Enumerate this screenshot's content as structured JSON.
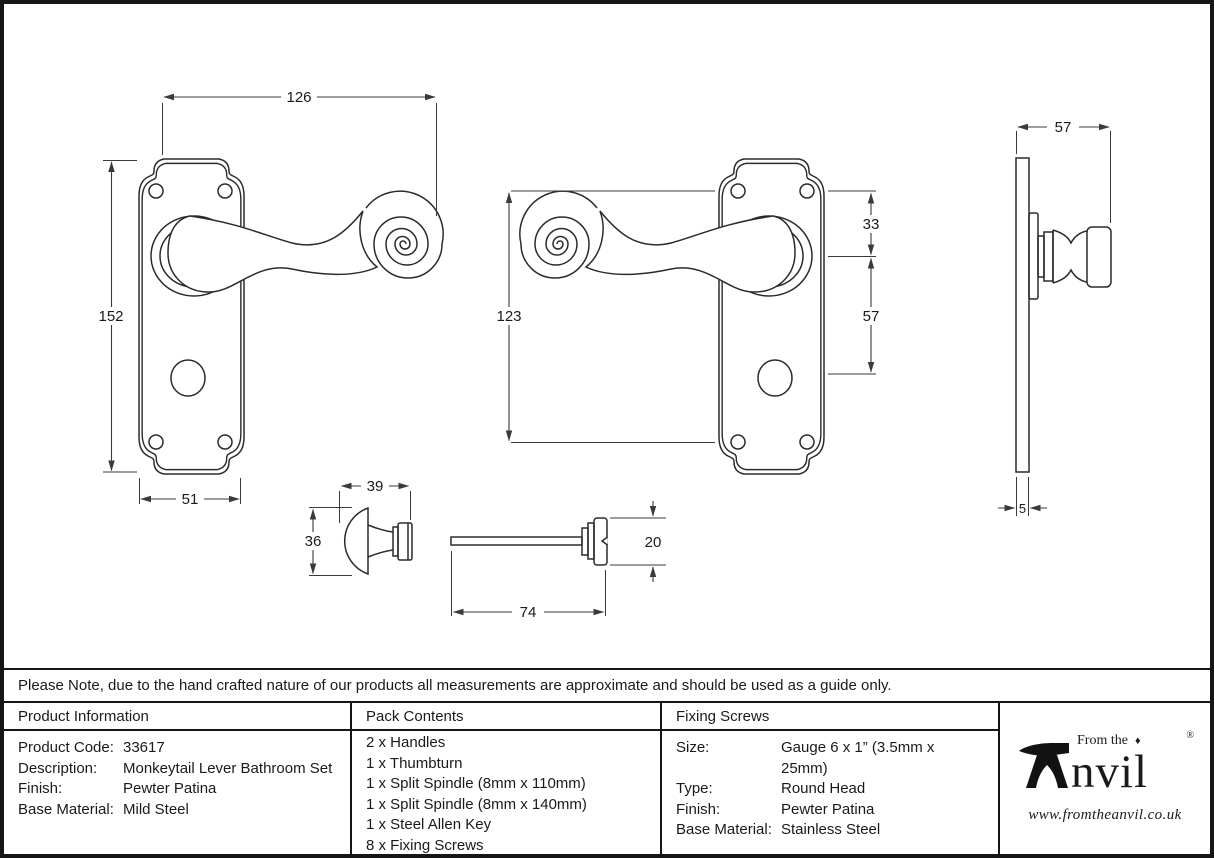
{
  "colors": {
    "ink": "#1a1a1a",
    "line": "#2b2b2b",
    "border": "#161616",
    "background": "#ffffff"
  },
  "note": {
    "text": "Please Note, due to the hand crafted nature of our products all measurements are approximate and should be used as a guide only."
  },
  "drawing": {
    "front_left": {
      "overall_width": "126",
      "plate_height": "152",
      "plate_width": "51"
    },
    "front_right": {
      "screw_centres": "123",
      "top_to_spindle": "33",
      "spindle_to_turn": "57"
    },
    "side": {
      "projection": "57",
      "plate_thickness": "5"
    },
    "thumbturn": {
      "width": "39",
      "height": "36"
    },
    "spindle": {
      "length": "74",
      "collar": "20"
    }
  },
  "table": {
    "product_information": {
      "title": "Product Information",
      "rows": [
        {
          "label": "Product Code:",
          "value": "33617"
        },
        {
          "label": "Description:",
          "value": "Monkeytail Lever Bathroom Set"
        },
        {
          "label": "Finish:",
          "value": "Pewter Patina"
        },
        {
          "label": "Base Material:",
          "value": "Mild Steel"
        }
      ]
    },
    "pack_contents": {
      "title": "Pack Contents",
      "items": [
        "2 x Handles",
        "1 x Thumbturn",
        "1 x Split Spindle (8mm x 110mm)",
        "1 x Split Spindle (8mm x 140mm)",
        "1 x Steel Allen Key",
        "8 x Fixing Screws"
      ]
    },
    "fixing_screws": {
      "title": "Fixing Screws",
      "rows": [
        {
          "label": "Size:",
          "value": "Gauge 6 x 1” (3.5mm x 25mm)"
        },
        {
          "label": "Type:",
          "value": "Round Head"
        },
        {
          "label": "Finish:",
          "value": "Pewter Patina"
        },
        {
          "label": "Base Material:",
          "value": "Stainless Steel"
        }
      ]
    }
  },
  "brand": {
    "prefix": "From the",
    "diamond": "♦",
    "wordmark_rest": "nvil",
    "registered": "®",
    "website": "www.fromtheanvil.co.uk"
  }
}
